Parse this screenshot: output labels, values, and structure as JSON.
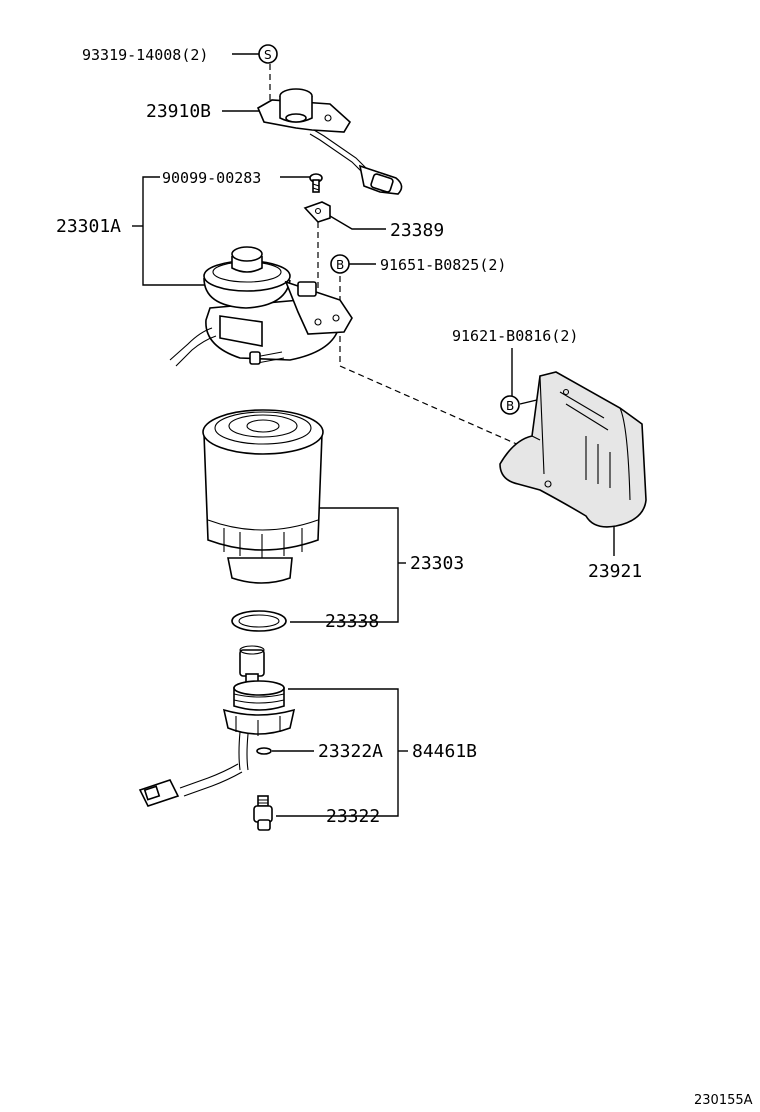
{
  "labels": {
    "p93319": "93319-14008(2)",
    "p23910b": "23910B",
    "p90099": "90099-00283",
    "p23301a": "23301A",
    "p23389": "23389",
    "p91651": "91651-B0825(2)",
    "p91621": "91621-B0816(2)",
    "p23303": "23303",
    "p23921": "23921",
    "p23338": "23338",
    "p23322a": "23322A",
    "p84461b": "84461B",
    "p23322": "23322"
  },
  "markers": {
    "s": "S",
    "b1": "B",
    "b2": "B"
  },
  "figure_id": "230155A"
}
